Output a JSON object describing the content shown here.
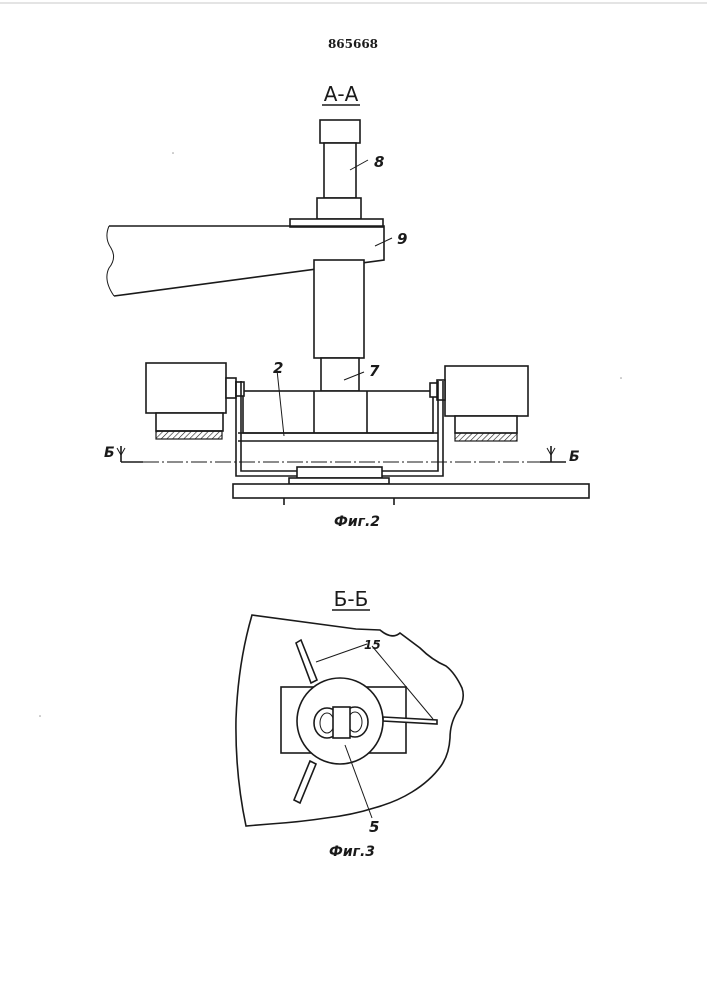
{
  "document": {
    "patent_number": "865668"
  },
  "figure_2": {
    "section_title": "А-А",
    "caption": "Фиг.2",
    "labels": {
      "part_8": "8",
      "part_9": "9",
      "part_2": "2",
      "part_7": "7"
    },
    "section_marks": {
      "left": "Б",
      "right": "Б"
    }
  },
  "figure_3": {
    "section_title": "Б-Б",
    "caption": "Фиг.3",
    "labels": {
      "part_15": "15",
      "part_5": "5"
    }
  }
}
